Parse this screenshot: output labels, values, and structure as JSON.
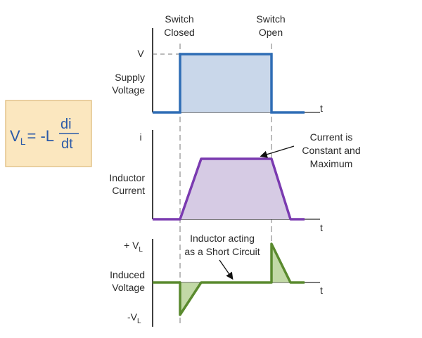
{
  "formula": {
    "lhs_main": "V",
    "lhs_sub": "L",
    "equals": "= -L",
    "numerator": "di",
    "denominator": "dt"
  },
  "events": {
    "closed_line1": "Switch",
    "closed_line2": "Closed",
    "open_line1": "Switch",
    "open_line2": "Open"
  },
  "supply": {
    "y_label": "V",
    "name_line1": "Supply",
    "name_line2": "Voltage",
    "t_label": "t"
  },
  "current": {
    "y_label": "i",
    "name_line1": "Inductor",
    "name_line2": "Current",
    "t_label": "t",
    "note_line1": "Current is",
    "note_line2": "Constant and",
    "note_line3": "Maximum"
  },
  "induced": {
    "pos_prefix": "+ V",
    "pos_sub": "L",
    "neg_prefix": "-V",
    "neg_sub": "L",
    "name_line1": "Induced",
    "name_line2": "Voltage",
    "t_label": "t",
    "note_line1": "Inductor acting",
    "note_line2": "as a Short Circuit"
  },
  "colors": {
    "axis": "#2a2a2a",
    "supply_stroke": "#2f6db5",
    "supply_fill": "#c9d7ea",
    "current_stroke": "#7a3ab0",
    "current_fill": "#d6cbe4",
    "induced_stroke": "#5a8a2e",
    "induced_fill": "#c2d9a6",
    "formula_box_fill": "#fbe7bf",
    "formula_box_stroke": "#e3c48a",
    "formula_text": "#2b5aa8"
  }
}
